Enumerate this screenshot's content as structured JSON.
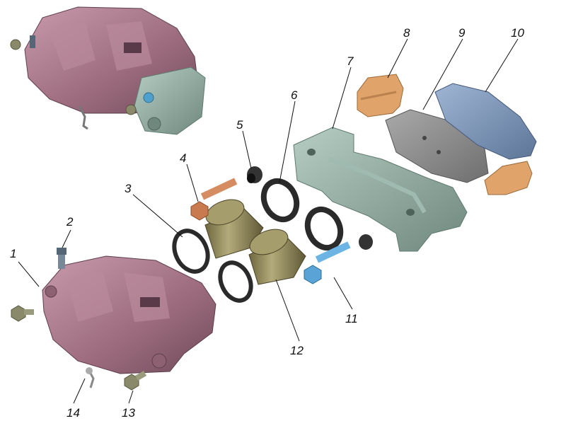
{
  "diagram": {
    "callouts": [
      {
        "id": "1",
        "label": "1"
      },
      {
        "id": "2",
        "label": "2"
      },
      {
        "id": "3",
        "label": "3"
      },
      {
        "id": "4",
        "label": "4"
      },
      {
        "id": "5",
        "label": "5"
      },
      {
        "id": "6",
        "label": "6"
      },
      {
        "id": "7",
        "label": "7"
      },
      {
        "id": "8",
        "label": "8"
      },
      {
        "id": "9",
        "label": "9"
      },
      {
        "id": "10",
        "label": "10"
      },
      {
        "id": "11",
        "label": "11"
      },
      {
        "id": "12",
        "label": "12"
      },
      {
        "id": "13",
        "label": "13"
      },
      {
        "id": "14",
        "label": "14"
      }
    ]
  },
  "colors": {
    "caliper": "#a9788a",
    "caliper_shadow": "#7d5466",
    "bracket": "#8ea89d",
    "bracket_shadow": "#667f75",
    "piston": "#8c8456",
    "pad_backing": "#8c8c8c",
    "pad_friction": "#7b93b6",
    "clip": "#e0a36a",
    "bolt_bronze": "#c97a4e",
    "bolt_blue": "#5aa3d6",
    "seal": "#2a2a2a",
    "bolt_gray": "#8a8a6a"
  }
}
